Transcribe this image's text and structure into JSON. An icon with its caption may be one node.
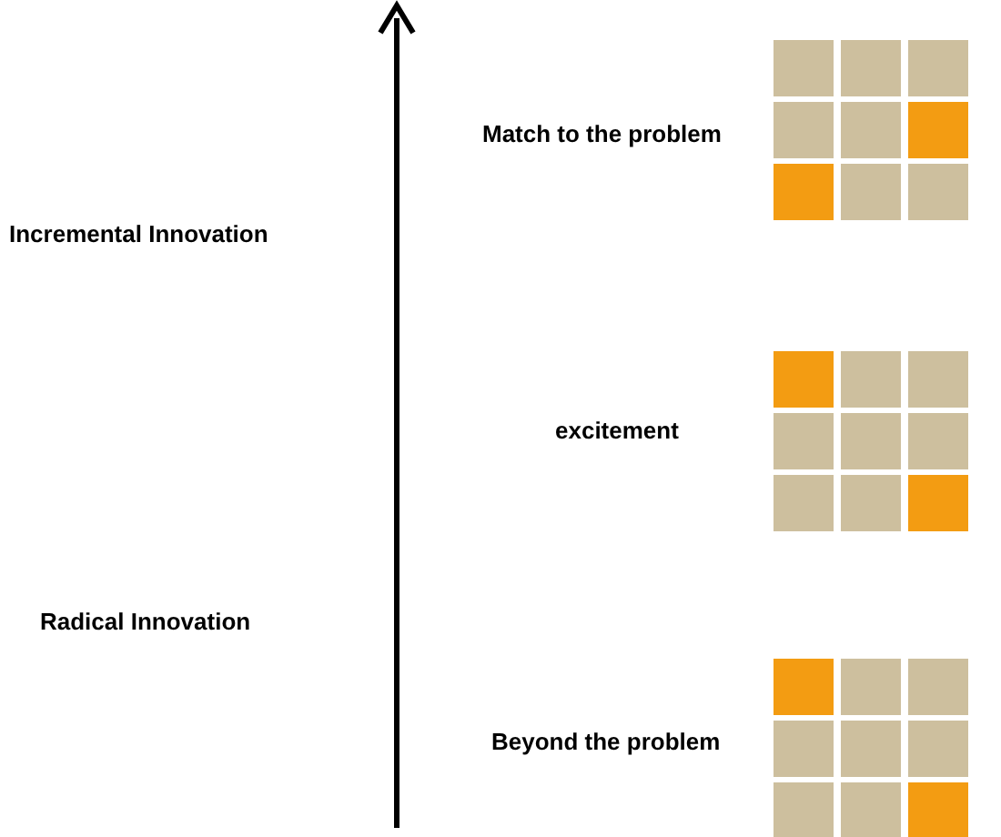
{
  "diagram": {
    "labels": [
      "Match to the problem",
      "Incremental Innovation",
      "excitement",
      "Radical Innovation",
      "Beyond the problem"
    ]
  }
}
